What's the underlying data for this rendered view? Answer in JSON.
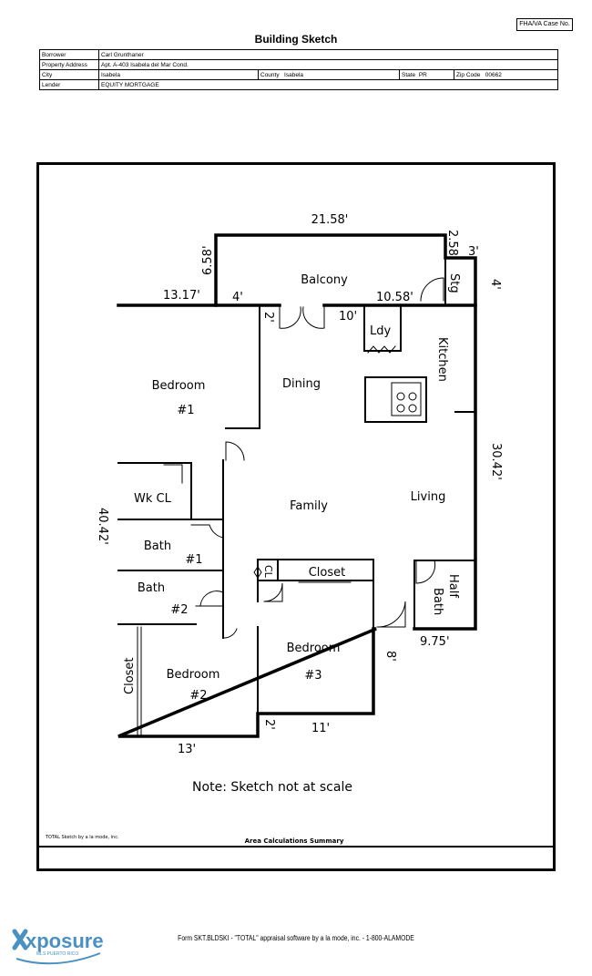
{
  "header": {
    "case_label": "FHA/VA Case No.",
    "title": "Building Sketch"
  },
  "info": {
    "borrower_label": "Borrower",
    "borrower": "Carl Grunthaner",
    "address_label": "Property Address",
    "address": "Apt. A-403 Isabela del Mar Cond.",
    "city_label": "City",
    "city": "Isabela",
    "county_label": "County",
    "county": "Isabela",
    "state_label": "State",
    "state": "PR",
    "zip_label": "Zip Code",
    "zip": "00662",
    "lender_label": "Lender",
    "lender": "EQUITY MORTGAGE"
  },
  "rooms": {
    "balcony": "Balcony",
    "bedroom1": "Bedroom",
    "bedroom1_num": "#1",
    "dining": "Dining",
    "kitchen": "Kitchen",
    "laundry": "Ldy",
    "storage": "Stg",
    "wkcl": "Wk CL",
    "family": "Family",
    "living": "Living",
    "bath1": "Bath",
    "bath1_num": "#1",
    "bath2": "Bath",
    "bath2_num": "#2",
    "cl": "CL",
    "closet": "Closet",
    "half": "Half",
    "bath_half": "Bath",
    "bedroom3": "Bedroom",
    "bedroom3_num": "#3",
    "closet2": "Closet",
    "bedroom2": "Bedroom",
    "bedroom2_num": "#2"
  },
  "dimensions": {
    "d1": "21.58'",
    "d2": "6.58'",
    "d3": "2.58'",
    "d4": "3'",
    "d5": "4'",
    "d6": "13.17'",
    "d7": "4'",
    "d8": "10.58'",
    "d9": "2'",
    "d10": "10'",
    "d11": "30.42'",
    "d12": "40.42'",
    "d13": "9.75'",
    "d14": "8'",
    "d15": "2'",
    "d16": "11'",
    "d17": "13'"
  },
  "notes": {
    "scale": "Note: Sketch not at scale",
    "software": "TOTAL Sketch by a la mode, inc.",
    "area_summary": "Area Calculations Summary"
  },
  "footer": {
    "form": "Form SKT.BLDSKI - \"TOTAL\" appraisal software by a la mode, inc. - 1-800-ALAMODE",
    "logo_main": "xposure",
    "logo_sub": "MLS PUERTO RICO"
  }
}
